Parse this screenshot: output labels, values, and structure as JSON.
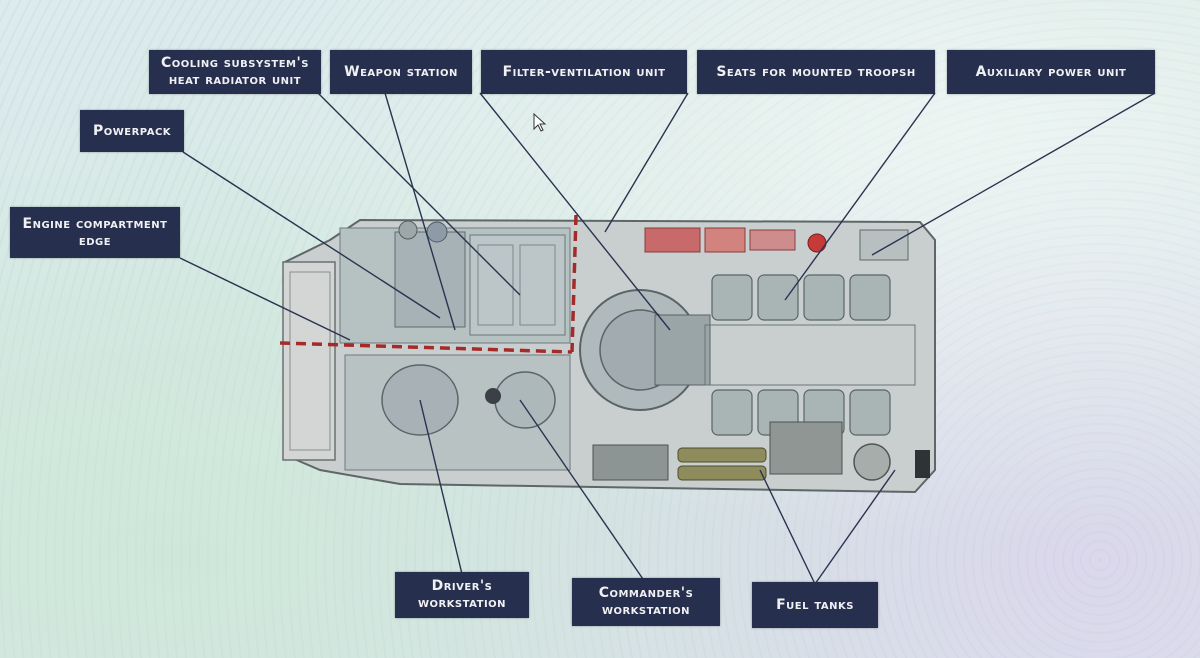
{
  "labels": {
    "cooling": "Cooling subsystem's\nheat radiator unit",
    "weapon": "Weapon station",
    "filter": "Filter-ventilation unit",
    "seats": "Seats for mounted troopsh",
    "apu": "Auxiliary power unit",
    "powerpack": "Powerpack",
    "engine_edge": "Engine compartment\nedge",
    "driver": "Driver's\nworkstation",
    "commander": "Commander's\nworkstation",
    "fuel": "Fuel tanks"
  },
  "colors": {
    "label_bg": "#262f4d",
    "label_text": "#f1f1f4",
    "leader_line": "#2a3350",
    "boundary_dash": "#a52a2a",
    "background": "#d9e8e9"
  },
  "icons": [
    "mouse-cursor-icon"
  ]
}
